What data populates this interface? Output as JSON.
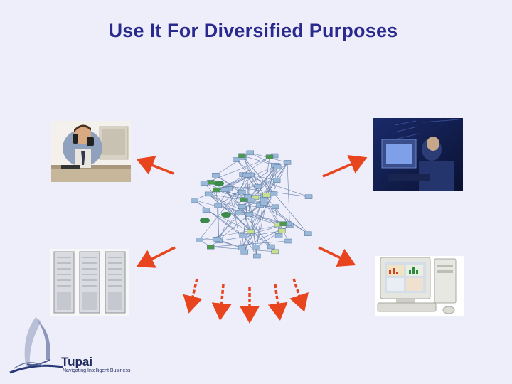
{
  "slide": {
    "title": "Use It For Diversified Purposes"
  },
  "colors": {
    "background": "#eeeefa",
    "title": "#2a2a8e",
    "arrow": "#e8451e"
  },
  "images": [
    {
      "name": "man-on-phone-photo"
    },
    {
      "name": "user-at-computer-photo"
    },
    {
      "name": "server-racks-photo"
    },
    {
      "name": "desktop-computer-photo"
    },
    {
      "name": "network-graph-diagram"
    }
  ],
  "logo": {
    "name": "Tupai",
    "tagline": "Navigating Intelligent Business"
  }
}
